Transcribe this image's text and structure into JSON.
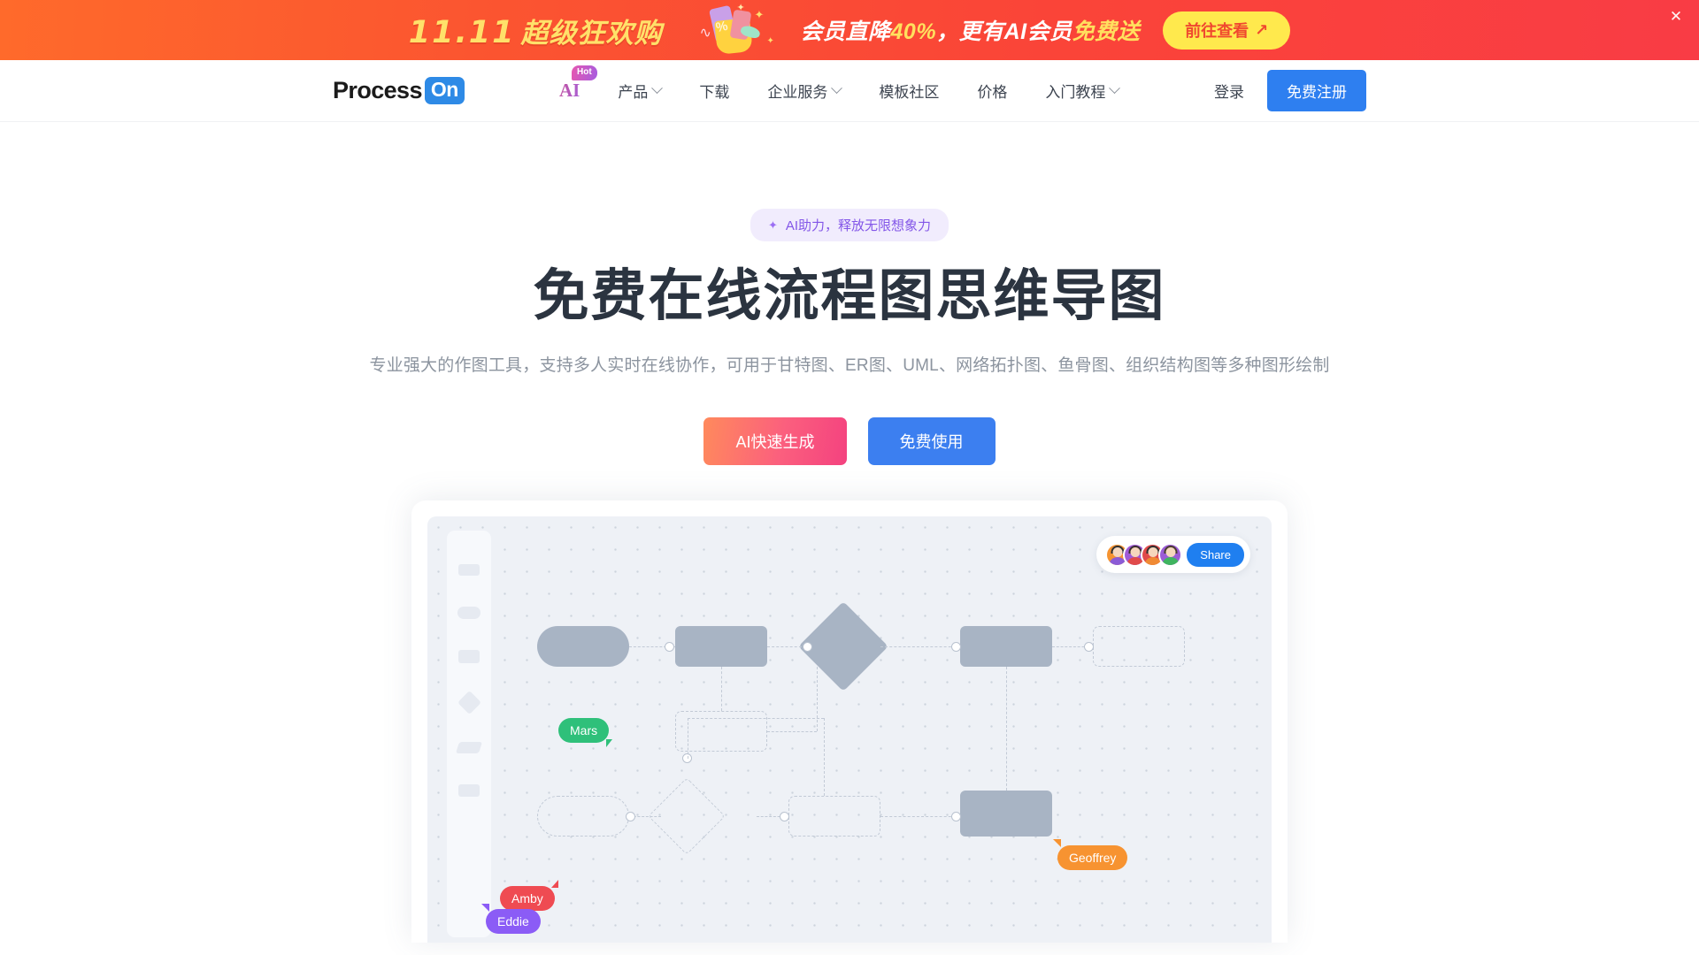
{
  "promo": {
    "date_num": "11.11",
    "date_cn": "超级狂欢购",
    "message_1": "会员直降",
    "message_hl": "40%",
    "message_2": "，更有AI会员",
    "message_hl2": "免费送",
    "cta_label": "前往查看",
    "cta_arrow": "↗",
    "close_icon": "✕",
    "bg_color": "#fa4a35",
    "accent_color": "#ffe05e"
  },
  "nav": {
    "logo_word": "Process",
    "logo_tile": "On",
    "items": [
      {
        "label": "AI",
        "badge": "Hot",
        "caret": false
      },
      {
        "label": "产品",
        "caret": true
      },
      {
        "label": "下载",
        "caret": false
      },
      {
        "label": "企业服务",
        "caret": true
      },
      {
        "label": "模板社区",
        "caret": false
      },
      {
        "label": "价格",
        "caret": false
      },
      {
        "label": "入门教程",
        "caret": true
      }
    ],
    "login_label": "登录",
    "register_label": "免费注册",
    "register_color": "#2e7ff0"
  },
  "hero": {
    "badge_icon": "✦",
    "badge_label": "AI助力，释放无限想象力",
    "badge_color": "#8356e8",
    "title": "免费在线流程图思维导图",
    "subtitle": "专业强大的作图工具，支持多人实时在线协作，可用于甘特图、ER图、UML、网络拓扑图、鱼骨图、组织结构图等多种图形绘制",
    "cta_primary": "AI快速生成",
    "cta_secondary": "免费使用"
  },
  "canvas": {
    "share_label": "Share",
    "avatar_count": 4,
    "avatars": [
      {
        "bg": "#f59331",
        "body": "#8b5bd6",
        "hair": "#2f2f2f"
      },
      {
        "bg": "#a05ad6",
        "body": "#e04a4a",
        "hair": "#3a2f2f"
      },
      {
        "bg": "#e04a4a",
        "body": "#f08a33",
        "hair": "#2f2f2f"
      },
      {
        "bg": "#9b5bd6",
        "body": "#3fb45f",
        "hair": "#4a3b2f"
      }
    ],
    "cursors": [
      {
        "name": "Mars",
        "color": "#2fc07a"
      },
      {
        "name": "Amby",
        "color": "#ef4b52"
      },
      {
        "name": "Eddie",
        "color": "#8b5cf6"
      },
      {
        "name": "Geoffrey",
        "color": "#f79331"
      }
    ],
    "tool_shapes": [
      "rect-shape",
      "rounded-rect-shape",
      "square-shape",
      "diamond-shape",
      "parallelogram-shape",
      "document-shape"
    ]
  }
}
